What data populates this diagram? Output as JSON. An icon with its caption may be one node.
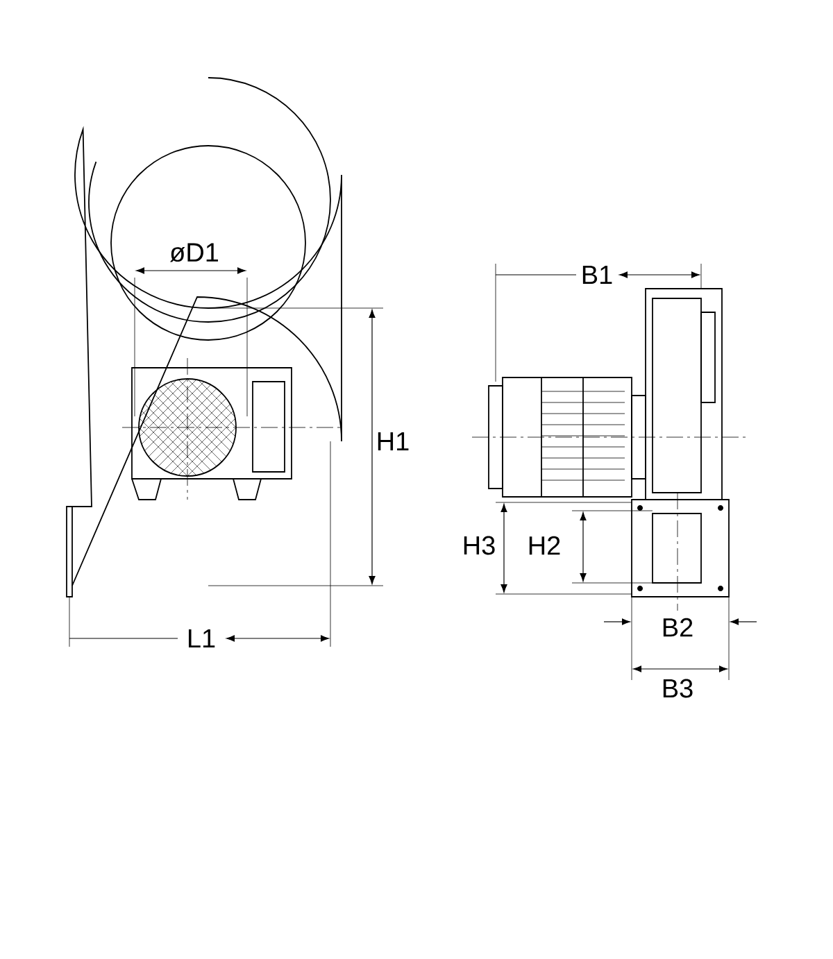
{
  "diagram": {
    "labels": [
      "øD1",
      "B1",
      "H1",
      "H3",
      "H2",
      "L1",
      "B2",
      "B3"
    ]
  }
}
